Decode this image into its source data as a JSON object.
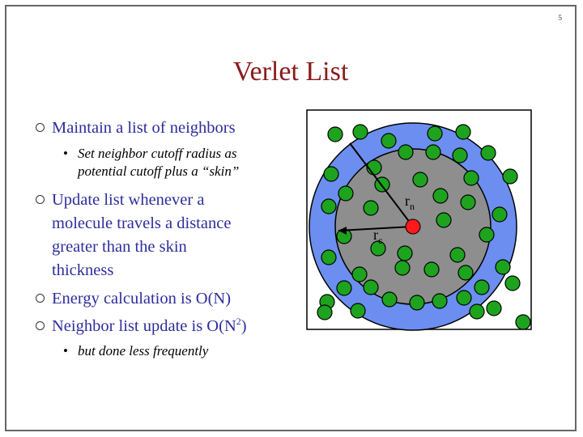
{
  "page_number": "5",
  "title": "Verlet List",
  "bullets": {
    "b1": "Maintain a list of neighbors",
    "b1_sub": [
      "Set neighbor cutoff radius as",
      "potential cutoff plus a “skin”"
    ],
    "b2": [
      "Update list whenever a",
      "molecule travels a distance",
      "greater than the skin",
      "thickness"
    ],
    "b3": "Energy calculation is O(N)",
    "b4_prefix": "Neighbor list update is O(N",
    "b4_sup": "2",
    "b4_suffix": ")",
    "b4_sub": "but done less frequently"
  },
  "diagram": {
    "labels": {
      "rn_main": "r",
      "rn_sub": "n",
      "rc_main": "r",
      "rc_sub": "c"
    },
    "colors": {
      "skin": "#6b8ef0",
      "inner": "#8e8e8e",
      "molecule": "#1ea31e",
      "center": "#ff1a1a",
      "outline": "#000000",
      "box_fill": "#ffffff"
    }
  }
}
